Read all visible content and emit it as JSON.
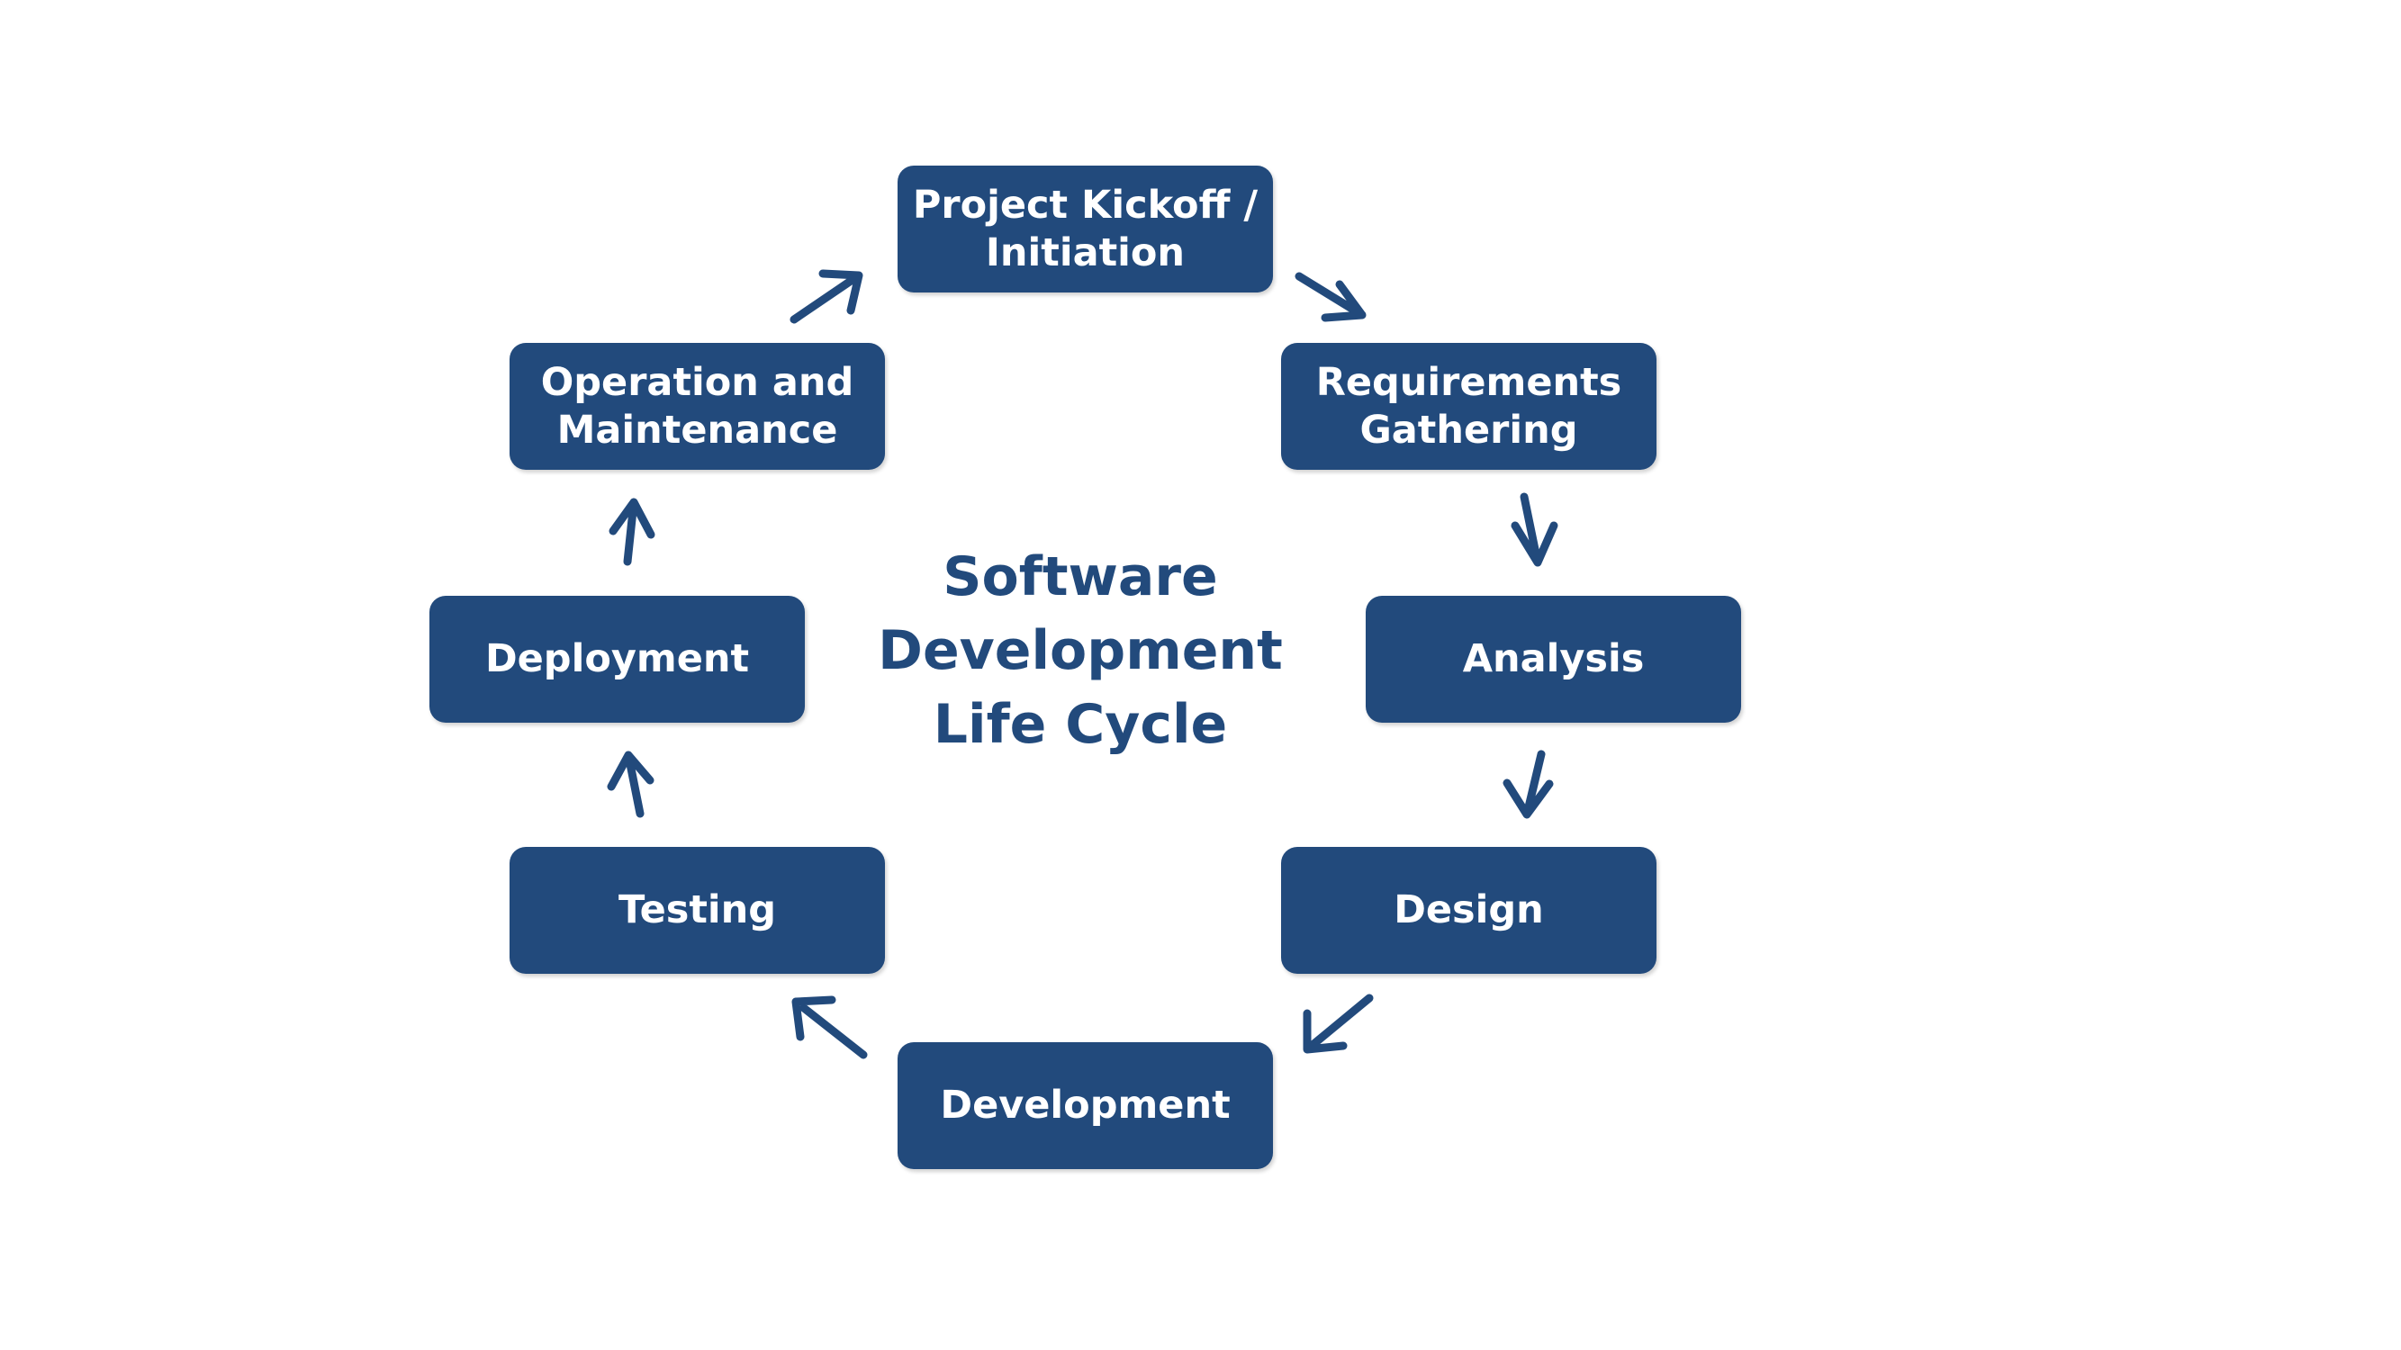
{
  "diagram": {
    "title": "Software\nDevelopment\nLife Cycle",
    "colors": {
      "box_fill": "#224A7C",
      "box_text": "#FFFFFF",
      "title_text": "#224A7C",
      "arrow": "#224A7C",
      "background": "#FFFFFF"
    },
    "steps": [
      {
        "id": "project-kickoff",
        "label": "Project Kickoff /\nInitiation"
      },
      {
        "id": "requirements-gathering",
        "label": "Requirements\nGathering"
      },
      {
        "id": "analysis",
        "label": "Analysis"
      },
      {
        "id": "design",
        "label": "Design"
      },
      {
        "id": "development",
        "label": "Development"
      },
      {
        "id": "testing",
        "label": "Testing"
      },
      {
        "id": "deployment",
        "label": "Deployment"
      },
      {
        "id": "operation-maintenance",
        "label": "Operation and\nMaintenance"
      }
    ],
    "flow": [
      {
        "from": "project-kickoff",
        "to": "requirements-gathering"
      },
      {
        "from": "requirements-gathering",
        "to": "analysis"
      },
      {
        "from": "analysis",
        "to": "design"
      },
      {
        "from": "design",
        "to": "development"
      },
      {
        "from": "development",
        "to": "testing"
      },
      {
        "from": "testing",
        "to": "deployment"
      },
      {
        "from": "deployment",
        "to": "operation-maintenance"
      },
      {
        "from": "operation-maintenance",
        "to": "project-kickoff"
      }
    ]
  }
}
